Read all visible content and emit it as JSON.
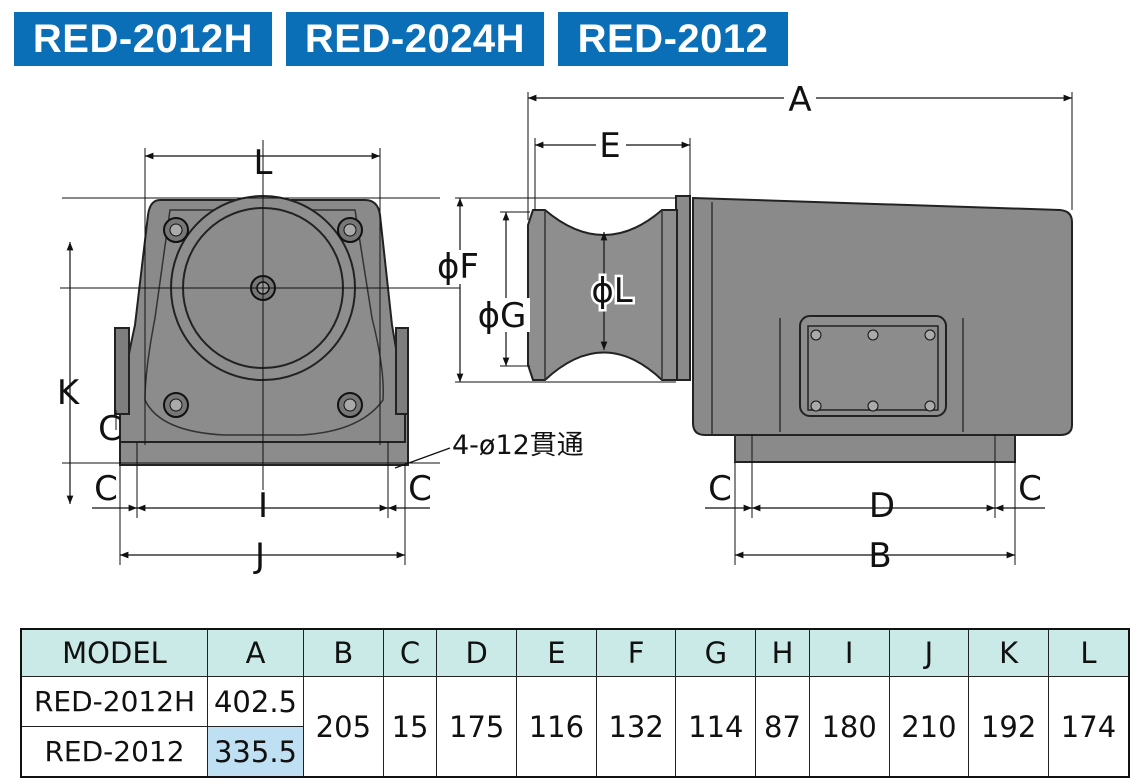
{
  "badges": [
    "RED-2012H",
    "RED-2024H",
    "RED-2012"
  ],
  "dimension_labels": {
    "A": "A",
    "B": "B",
    "C": "C",
    "D": "D",
    "E": "E",
    "I": "I",
    "J": "J",
    "K": "K",
    "L": "L",
    "phiF": "ϕF",
    "phiG": "ϕG",
    "phiL": "ϕL",
    "hole_note": "4-ø12貫通"
  },
  "table": {
    "headers": [
      "MODEL",
      "A",
      "B",
      "C",
      "D",
      "E",
      "F",
      "G",
      "H",
      "I",
      "J",
      "K",
      "L"
    ],
    "rows": [
      {
        "model": "RED-2012H",
        "A": "402.5"
      },
      {
        "model": "RED-2012",
        "A": "335.5"
      }
    ],
    "shared": {
      "B": "205",
      "C": "15",
      "D": "175",
      "E": "116",
      "F": "132",
      "G": "114",
      "H": "87",
      "I": "180",
      "J": "210",
      "K": "192",
      "L": "174"
    }
  },
  "colors": {
    "badge": "#0a6fb7",
    "header": "#c9eae6",
    "highlight": "#bfe0f2",
    "body": "#8c8c8c"
  }
}
